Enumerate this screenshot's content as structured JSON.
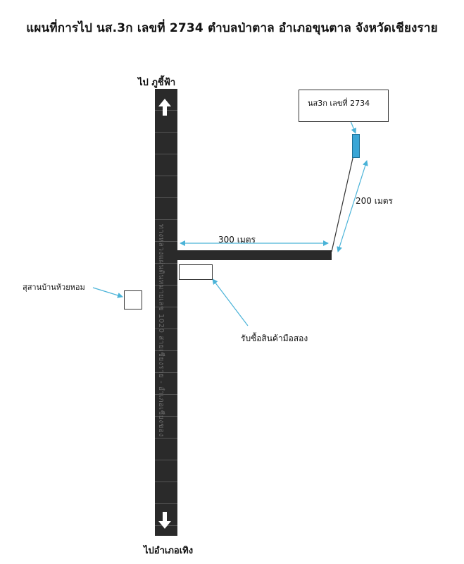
{
  "title": "แผนที่การไป  นส.3ก เลขที่ 2734  ตำบลป่าตาล  อำเภอขุนตาล  จังหวัดเชียงราย",
  "roads": {
    "top_destination": "ไป ภูชี้ฟ้า",
    "bottom_destination": "ไปอำเภอเทิง",
    "main_road_text": "ทางหลวงแผ่นดินหมายเลข 1020 สายเชียงราย - อำเภอเชียงของ"
  },
  "parcel": {
    "label": "นส3ก เลขที่ 2734"
  },
  "landmarks": {
    "shop": "รับซื้อสินค้ามือสอง",
    "cemetery": "สุสานบ้านห้วยหอม"
  },
  "distances": {
    "branch": "300 เมตร",
    "to_parcel": "200 เมตร"
  },
  "icons": {
    "up": "arrow-up-icon",
    "down": "arrow-down-icon"
  },
  "colors": {
    "road": "#2a2a2a",
    "marker": "#3aa6d6",
    "leader": "#4ab3d8"
  }
}
